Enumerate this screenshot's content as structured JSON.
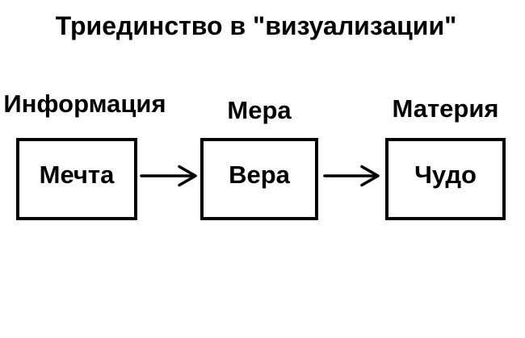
{
  "title": "Триединство в \"визуализации\"",
  "diagram": {
    "columns": [
      {
        "label": "Информация",
        "box_text": "Мечта"
      },
      {
        "label": "Мера",
        "box_text": "Вера"
      },
      {
        "label": "Материя",
        "box_text": "Чудо"
      }
    ],
    "arrows": [
      {
        "name": "arrow-mechta-to-vera",
        "direction": "right"
      },
      {
        "name": "arrow-vera-to-chudo",
        "direction": "right"
      }
    ]
  },
  "colors": {
    "foreground": "#000000",
    "background": "#ffffff"
  }
}
